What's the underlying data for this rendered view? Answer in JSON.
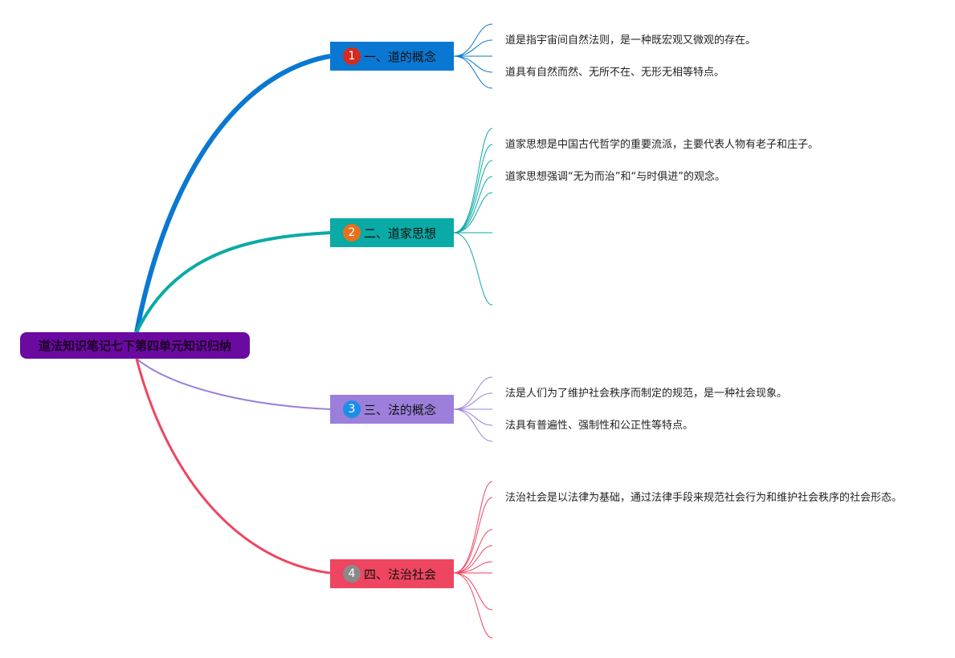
{
  "root": {
    "title": "道法知识笔记七下第四单元知识归纳",
    "color": "#6b0aa0"
  },
  "branches": [
    {
      "badge": "1",
      "label": "一、道的概念",
      "color": "#0a78d2",
      "badge_color": "#d62a1f",
      "notes": [
        "道是指宇宙间自然法则，是一种既宏观又微观的存在。",
        "道具有自然而然、无所不在、无形无相等特点。"
      ]
    },
    {
      "badge": "2",
      "label": "二、道家思想",
      "color": "#0aaaa6",
      "badge_color": "#e8701a",
      "notes": [
        "道家思想是中国古代哲学的重要流派，主要代表人物有老子和庄子。",
        "道家思想强调“无为而治”和“与时俱进”的观念。"
      ]
    },
    {
      "badge": "3",
      "label": "三、法的概念",
      "color": "#9b7fdb",
      "badge_color": "#1a8ee8",
      "notes": [
        "法是人们为了维护社会秩序而制定的规范，是一种社会现象。",
        "法具有普遍性、强制性和公正性等特点。"
      ]
    },
    {
      "badge": "4",
      "label": "四、法治社会",
      "color": "#ee4560",
      "badge_color": "#8a8a8a",
      "notes": [
        "法治社会是以法律为基础，通过法律手段来规范社会行为和维护社会秩序的社会形态。"
      ]
    }
  ]
}
